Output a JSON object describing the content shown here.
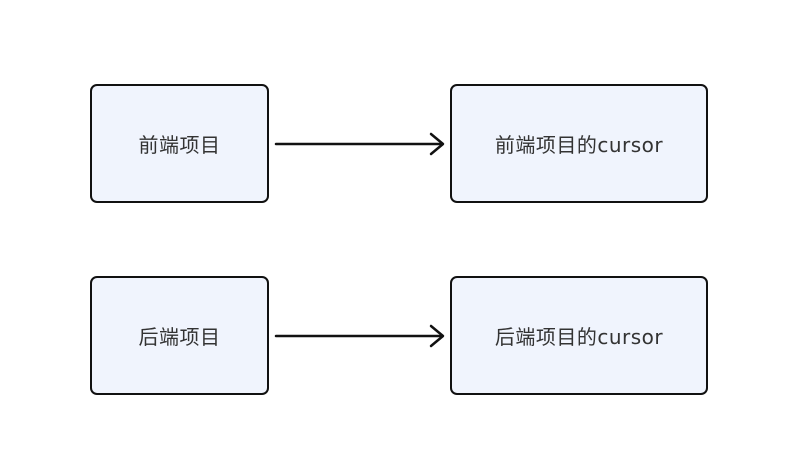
{
  "nodes": {
    "frontend_project": "前端项目",
    "frontend_cursor": "前端项目的cursor",
    "backend_project": "后端项目",
    "backend_cursor": "后端项目的cursor"
  },
  "colors": {
    "node_fill": "#f0f4fd",
    "node_border": "#111111",
    "text": "#333333",
    "edge": "#111111"
  }
}
